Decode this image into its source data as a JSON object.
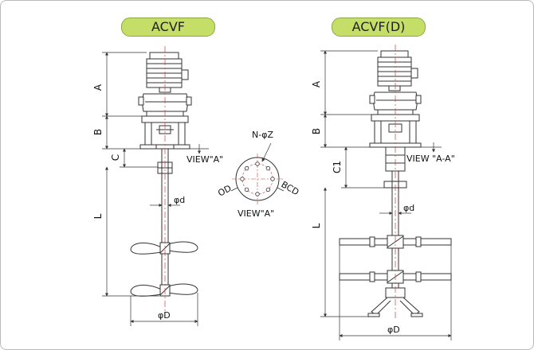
{
  "titles": {
    "left": "ACVF",
    "right": "ACVF(D)"
  },
  "left_dims": {
    "a": "A",
    "b": "B",
    "c": "C",
    "l": "L",
    "shaft_d": "φd",
    "impeller_d": "φD",
    "view": "VIEW\"A\""
  },
  "right_dims": {
    "a": "A",
    "b": "B",
    "c1": "C1",
    "l": "L",
    "shaft_d": "φd",
    "impeller_d": "φD",
    "view": "VIEW \"A-A\""
  },
  "flange": {
    "holes": "N-φZ",
    "od": "OD",
    "bcd": "BCD",
    "view": "VIEW\"A\""
  },
  "colors": {
    "badge": "#c4de68",
    "line": "#333333",
    "center_line": "#c84040"
  }
}
